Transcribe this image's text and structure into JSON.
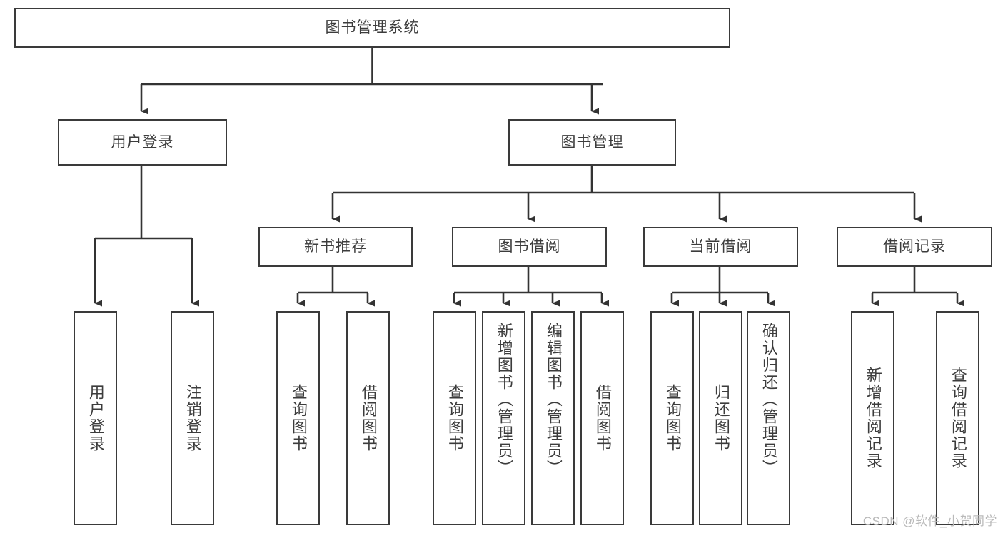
{
  "diagram": {
    "title": "图书管理系统",
    "type": "tree",
    "orientation": "top-down",
    "colors": {
      "box_border": "#3a3a3a",
      "box_fill": "#ffffff",
      "connector": "#333333",
      "text": "#3c3c3c",
      "watermark": "#b9b9b9",
      "background": "#ffffff"
    },
    "root": {
      "label": "图书管理系统",
      "children": [
        {
          "label": "用户登录",
          "children": [
            {
              "label": "用户登录"
            },
            {
              "label": "注销登录"
            }
          ]
        },
        {
          "label": "图书管理",
          "children": [
            {
              "label": "新书推荐",
              "children": [
                {
                  "label": "查询图书"
                },
                {
                  "label": "借阅图书"
                }
              ]
            },
            {
              "label": "图书借阅",
              "children": [
                {
                  "label": "查询图书"
                },
                {
                  "label": "新增图书（管理员）"
                },
                {
                  "label": "编辑图书（管理员）"
                },
                {
                  "label": "借阅图书"
                }
              ]
            },
            {
              "label": "当前借阅",
              "children": [
                {
                  "label": "查询图书"
                },
                {
                  "label": "归还图书"
                },
                {
                  "label": "确认归还（管理员）"
                }
              ]
            },
            {
              "label": "借阅记录",
              "children": [
                {
                  "label": "新增借阅记录"
                },
                {
                  "label": "查询借阅记录"
                }
              ]
            }
          ]
        }
      ]
    }
  },
  "nodes": {
    "root": "图书管理系统",
    "user_login": "用户登录",
    "book_manage": "图书管理",
    "new_book_rec": "新书推荐",
    "book_borrow": "图书借阅",
    "current_borrow": "当前借阅",
    "borrow_record": "借阅记录",
    "leaf_user_login": "用户登录",
    "leaf_logout": "注销登录",
    "leaf_rec_query": "查询图书",
    "leaf_rec_borrow": "借阅图书",
    "leaf_borrow_query": "查询图书",
    "leaf_borrow_add": "新增图书（管理员）",
    "leaf_borrow_edit": "编辑图书（管理员）",
    "leaf_borrow_borrow": "借阅图书",
    "leaf_cur_query": "查询图书",
    "leaf_cur_return": "归还图书",
    "leaf_cur_confirm": "确认归还（管理员）",
    "leaf_rec_add": "新增借阅记录",
    "leaf_rec_search": "查询借阅记录"
  },
  "watermark": {
    "text": "CSDN @软件_小贺同学"
  }
}
